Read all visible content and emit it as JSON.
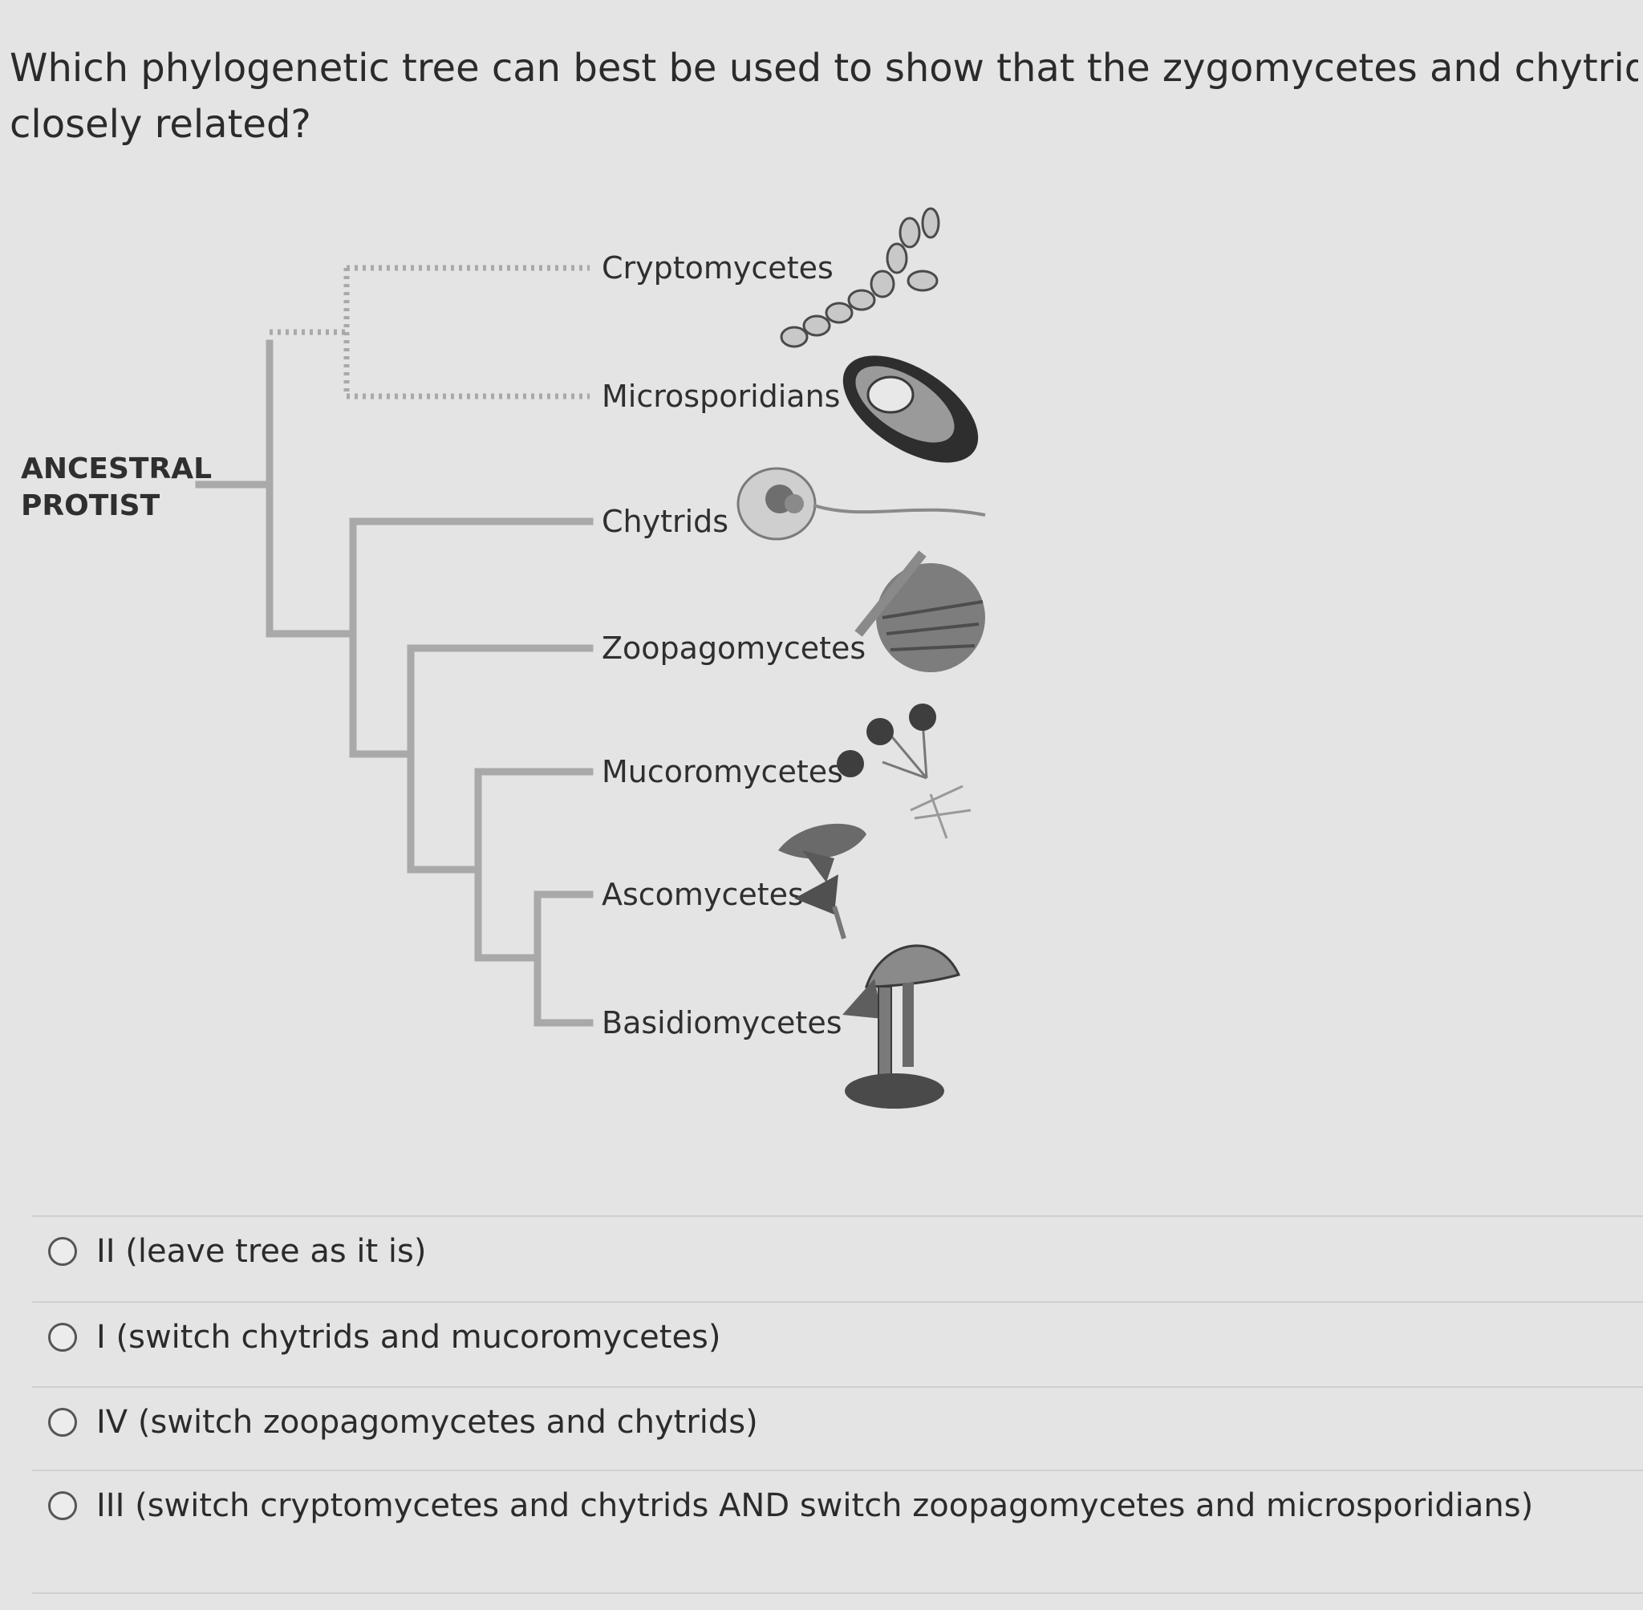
{
  "question": {
    "line1": "Which phylogenetic tree can best be used to show that the zygomycetes and chytrids are the mos",
    "line2": "closely related?"
  },
  "tree": {
    "root_label_1": "ANCESTRAL",
    "root_label_2": "PROTIST",
    "taxa": [
      {
        "label": "Cryptomycetes",
        "icon": "cryptomycete-chain-icon"
      },
      {
        "label": "Microsporidians",
        "icon": "microsporidian-spore-icon"
      },
      {
        "label": "Chytrids",
        "icon": "chytrid-zoospore-icon"
      },
      {
        "label": "Zoopagomycetes",
        "icon": "zoopagomycete-icon"
      },
      {
        "label": "Mucoromycetes",
        "icon": "mucoromycete-sporangia-icon"
      },
      {
        "label": "Ascomycetes",
        "icon": "ascomycete-cup-icon"
      },
      {
        "label": "Basidiomycetes",
        "icon": "basidiomycete-mushroom-icon"
      }
    ]
  },
  "options": [
    {
      "label": "II (leave tree as it is)",
      "selected": false
    },
    {
      "label": "I (switch chytrids and mucoromycetes)",
      "selected": false
    },
    {
      "label": "IV (switch zoopagomycetes and chytrids)",
      "selected": false
    },
    {
      "label": "III (switch cryptomycetes and chytrids AND switch zoopagomycetes and microsporidians)",
      "selected": false
    }
  ],
  "colors": {
    "background": "#e4e4e4",
    "branch": "#a9a9a9",
    "text": "#2b2b2b"
  }
}
